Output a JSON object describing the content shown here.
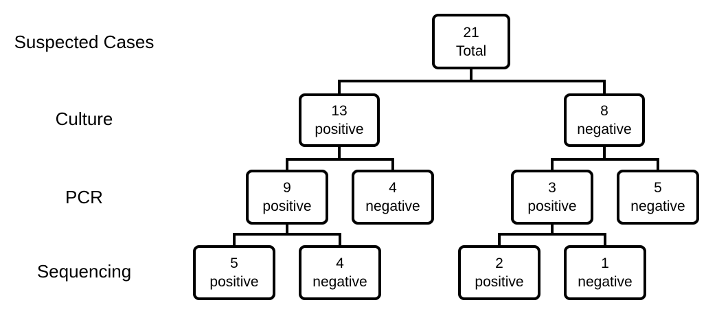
{
  "stages": {
    "suspected": "Suspected Cases",
    "culture": "Culture",
    "pcr": "PCR",
    "sequencing": "Sequencing"
  },
  "nodes": {
    "total": {
      "count": "21",
      "label": "Total"
    },
    "culture_positive": {
      "count": "13",
      "label": "positive"
    },
    "culture_negative": {
      "count": "8",
      "label": "negative"
    },
    "pcr_pos_positive": {
      "count": "9",
      "label": "positive"
    },
    "pcr_pos_negative": {
      "count": "4",
      "label": "negative"
    },
    "pcr_neg_positive": {
      "count": "3",
      "label": "positive"
    },
    "pcr_neg_negative": {
      "count": "5",
      "label": "negative"
    },
    "seq_pos_positive": {
      "count": "5",
      "label": "positive"
    },
    "seq_pos_negative": {
      "count": "4",
      "label": "negative"
    },
    "seq_neg_positive": {
      "count": "2",
      "label": "positive"
    },
    "seq_neg_negative": {
      "count": "1",
      "label": "negative"
    }
  }
}
